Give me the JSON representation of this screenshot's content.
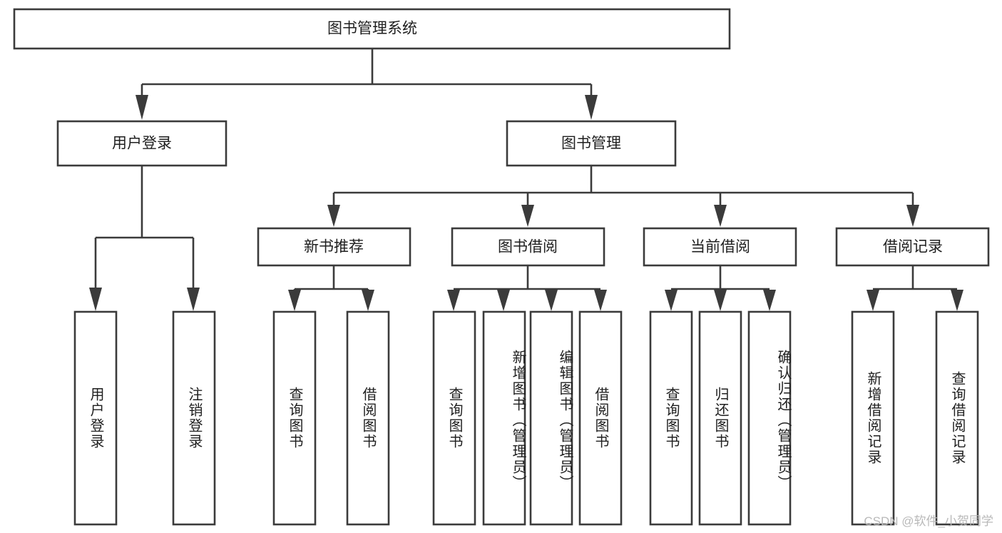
{
  "diagram": {
    "type": "tree-hierarchy",
    "orientation": "top-down",
    "root": {
      "label": "图书管理系统"
    },
    "level2": [
      {
        "label": "用户登录"
      },
      {
        "label": "图书管理"
      }
    ],
    "level3": [
      {
        "label": "新书推荐"
      },
      {
        "label": "图书借阅"
      },
      {
        "label": "当前借阅"
      },
      {
        "label": "借阅记录"
      }
    ],
    "leaves": {
      "user_login": [
        {
          "label": "用户登录"
        },
        {
          "label": "注销登录"
        }
      ],
      "new_book_recommend": [
        {
          "label": "查询图书"
        },
        {
          "label": "借阅图书"
        }
      ],
      "book_borrow": [
        {
          "label": "查询图书"
        },
        {
          "label": "新增图书（管理员）"
        },
        {
          "label": "编辑图书（管理员）"
        },
        {
          "label": "借阅图书"
        }
      ],
      "current_borrow": [
        {
          "label": "查询图书"
        },
        {
          "label": "归还图书"
        },
        {
          "label": "确认归还（管理员）"
        }
      ],
      "borrow_record": [
        {
          "label": "新增借阅记录"
        },
        {
          "label": "查询借阅记录"
        }
      ]
    }
  },
  "watermark": {
    "text": "CSDN @软件_小贺同学"
  },
  "colors": {
    "stroke": "#3b3b3b",
    "text": "#1f1f1f",
    "background": "#ffffff",
    "watermark": "#b9b9b9"
  }
}
